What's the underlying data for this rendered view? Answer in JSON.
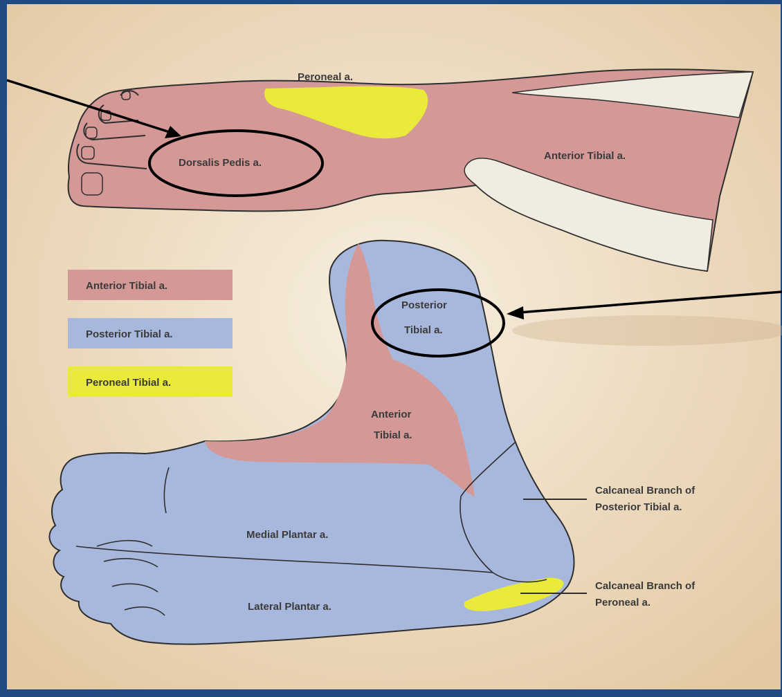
{
  "colors": {
    "frame": "#1f4a82",
    "background": "#ecd9bd",
    "anterior_tibial": "#d49996",
    "posterior_tibial": "#a8b8dd",
    "peroneal": "#eaea3a",
    "skin_uncovered": "#f1ece0",
    "outline": "#2e2e2e"
  },
  "legend": [
    {
      "label": "Anterior Tibial a.",
      "color": "#d49996"
    },
    {
      "label": "Posterior Tibial a.",
      "color": "#a8b8dd"
    },
    {
      "label": "Peroneal Tibial a.",
      "color": "#eaea3a"
    }
  ],
  "dorsal_view": {
    "peroneal_label": "Peroneal a.",
    "dorsalis_label": "Dorsalis Pedis a.",
    "anterior_label": "Anterior Tibial a."
  },
  "plantar_view": {
    "posterior_label_line1": "Posterior",
    "posterior_label_line2": "Tibial a.",
    "anterior_label_line1": "Anterior",
    "anterior_label_line2": "Tibial a.",
    "medial_label": "Medial Plantar a.",
    "lateral_label": "Lateral Plantar a.",
    "calcaneal_posterior_line1": "Calcaneal Branch of",
    "calcaneal_posterior_line2": "Posterior Tibial a.",
    "calcaneal_peroneal_line1": "Calcaneal Branch of",
    "calcaneal_peroneal_line2": "Peroneal a."
  }
}
